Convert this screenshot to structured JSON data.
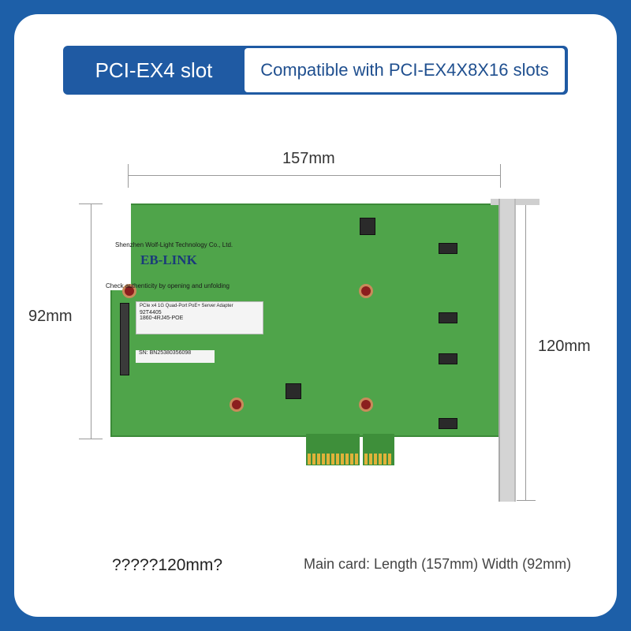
{
  "banner": {
    "left_label": "PCI-EX4 slot",
    "right_label": "Compatible with PCI-EX4X8X16 slots"
  },
  "dimensions": {
    "length": "157mm",
    "height_card": "92mm",
    "height_bracket": "120mm"
  },
  "pcb": {
    "company_text": "Shenzhen Wolf-Light Technology Co., Ltd.",
    "brand": "EB-LINK",
    "auth_text": "Check authenticity by opening and unfolding",
    "sticker_line1": "PCIe x4 1G Quad-Port PoE+ Server Adapter",
    "sticker_code": "92T4405",
    "sticker_model": "1860-4RJ45-POE",
    "serial": "SN: BN25380356098"
  },
  "footer": {
    "left_text": "?????120mm?",
    "right_text": "Main card: Length (157mm) Width (92mm)"
  },
  "colors": {
    "background": "#1d5fa8",
    "banner": "#1f5aa3",
    "pcb": "#4fa44a"
  }
}
